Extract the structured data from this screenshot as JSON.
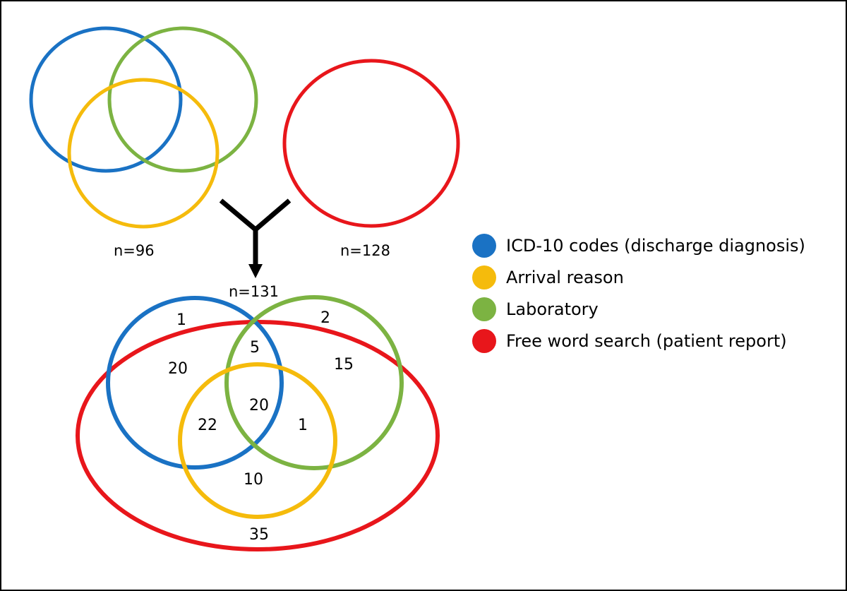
{
  "colors": {
    "icd10": "#1a72c4",
    "arrival": "#f5bb0c",
    "laboratory": "#7cb342",
    "free_word": "#e8161b",
    "arrow": "#000000"
  },
  "top_sets": {
    "combined_n": "n=96",
    "free_word_n": "n=128"
  },
  "merged": {
    "n": "n=131",
    "regions": {
      "icd_only_outside": "1",
      "lab_only_outside": "2",
      "icd_free": "20",
      "icd_lab_free": "5",
      "lab_free": "15",
      "icd_arrival_lab_free": "20",
      "icd_arrival_free": "22",
      "arrival_lab_free": "1",
      "arrival_free": "10",
      "free_only": "35"
    }
  },
  "legend": {
    "items": [
      {
        "label": "ICD-10 codes (discharge diagnosis)",
        "color": "#1a72c4",
        "icon": "blue-circle-icon"
      },
      {
        "label": "Arrival reason",
        "color": "#f5bb0c",
        "icon": "yellow-circle-icon"
      },
      {
        "label": "Laboratory",
        "color": "#7cb342",
        "icon": "green-circle-icon"
      },
      {
        "label": "Free word search (patient report)",
        "color": "#e8161b",
        "icon": "red-circle-icon"
      }
    ]
  }
}
